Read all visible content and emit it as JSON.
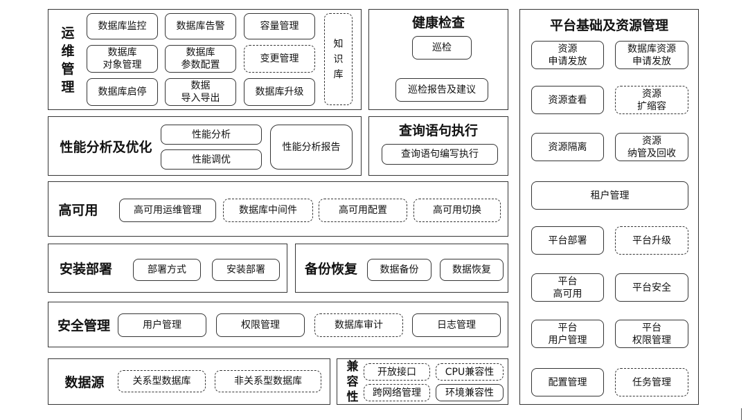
{
  "ops": {
    "title": "运维管理",
    "monitor": "数据库监控",
    "alert": "数据库告警",
    "capacity": "容量管理",
    "knowledge": "知识库",
    "object_mgmt": "数据库\n对象管理",
    "param_config": "数据库\n参数配置",
    "change_mgmt": "变更管理",
    "start_stop": "数据库启停",
    "import_export": "数据\n导入导出",
    "upgrade": "数据库升级"
  },
  "health": {
    "title": "健康检查",
    "inspect": "巡检",
    "report": "巡检报告及建议"
  },
  "platform": {
    "title": "平台基础及资源管理",
    "res_apply": "资源\n申请发放",
    "db_res_apply": "数据库资源\n申请发放",
    "res_view": "资源查看",
    "res_scale": "资源\n扩缩容",
    "res_isolate": "资源隔离",
    "res_manage": "资源\n纳管及回收",
    "tenant": "租户管理",
    "deploy": "平台部署",
    "upgrade": "平台升级",
    "ha": "平台\n高可用",
    "security": "平台安全",
    "user_mgmt": "平台\n用户管理",
    "perm_mgmt": "平台\n权限管理",
    "config": "配置管理",
    "task": "任务管理"
  },
  "perf": {
    "title": "性能分析及优化",
    "analysis": "性能分析",
    "tuning": "性能调优",
    "report": "性能分析报告"
  },
  "query": {
    "title": "查询语句执行",
    "write_exec": "查询语句编写执行"
  },
  "ha": {
    "title": "高可用",
    "ops": "高可用运维管理",
    "middleware": "数据库中间件",
    "config": "高可用配置",
    "switch": "高可用切换"
  },
  "install": {
    "title": "安装部署",
    "method": "部署方式",
    "deploy": "安装部署"
  },
  "backup": {
    "title": "备份恢复",
    "backup": "数据备份",
    "restore": "数据恢复"
  },
  "security": {
    "title": "安全管理",
    "user": "用户管理",
    "perm": "权限管理",
    "audit": "数据库审计",
    "log": "日志管理"
  },
  "datasource": {
    "title": "数据源",
    "relational": "关系型数据库",
    "nonrelational": "非关系型数据库"
  },
  "compat": {
    "title": "兼容性",
    "api": "开放接口",
    "cpu": "CPU兼容性",
    "network": "跨网络管理",
    "env": "环境兼容性"
  }
}
